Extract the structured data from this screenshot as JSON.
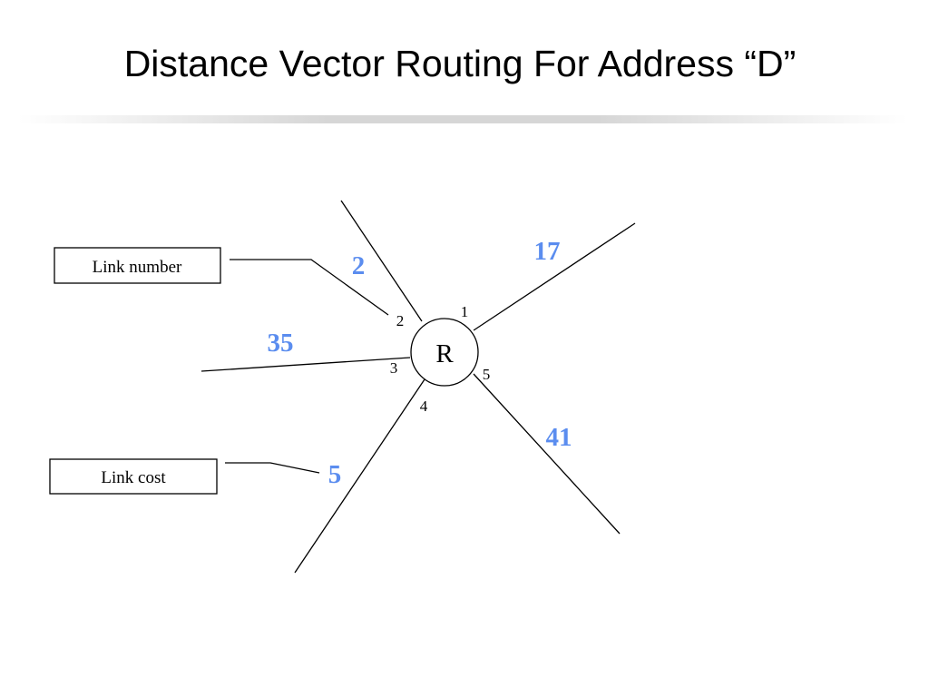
{
  "title": "Distance Vector Routing For Address “D”",
  "router": {
    "label": "R"
  },
  "links": [
    {
      "number": "1",
      "cost": "17"
    },
    {
      "number": "2",
      "cost": "2"
    },
    {
      "number": "3",
      "cost": "35"
    },
    {
      "number": "4",
      "cost": "5"
    },
    {
      "number": "5",
      "cost": "41"
    }
  ],
  "callouts": {
    "link_number": "Link number",
    "link_cost": "Link cost"
  },
  "colors": {
    "cost": "#5b8def",
    "line": "#000000",
    "divider": "#d6d6d6"
  }
}
